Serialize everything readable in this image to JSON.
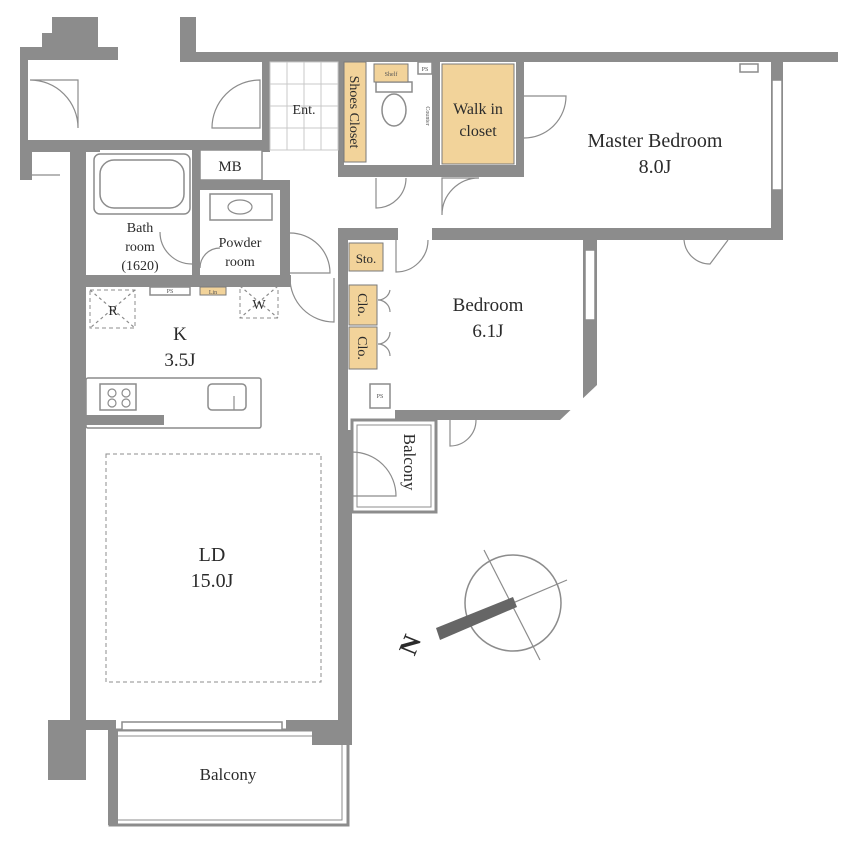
{
  "rooms": {
    "master_bedroom": {
      "name": "Master Bedroom",
      "size": "8.0J"
    },
    "bedroom": {
      "name": "Bedroom",
      "size": "6.1J"
    },
    "ld": {
      "name": "LD",
      "size": "15.0J"
    },
    "kitchen": {
      "name": "K",
      "size": "3.5J"
    },
    "bath": {
      "line1": "Bath",
      "line2": "room",
      "line3": "(1620)"
    },
    "powder": {
      "line1": "Powder",
      "line2": "room"
    },
    "walk_in": {
      "line1": "Walk in",
      "line2": "closet"
    },
    "entrance": "Ent.",
    "mb": "MB",
    "shoes_closet": "Shoes Closet",
    "storage": "Sto.",
    "closet_1": "Clo.",
    "closet_2": "Clo.",
    "balcony_south": "Balcony",
    "balcony_side": "Balcony"
  },
  "fixtures": {
    "refrigerator": "R",
    "washer": "W",
    "ps_bath": "PS",
    "ps_top": "PS",
    "ps_bedroom": "PS",
    "shelf": "Shelf",
    "counter": "Counter",
    "linen": "Lin"
  },
  "compass": {
    "north": "N"
  },
  "colors": {
    "wall": "#8c8c8c",
    "closet": "#f2d39a",
    "text": "#2b2b2b"
  }
}
